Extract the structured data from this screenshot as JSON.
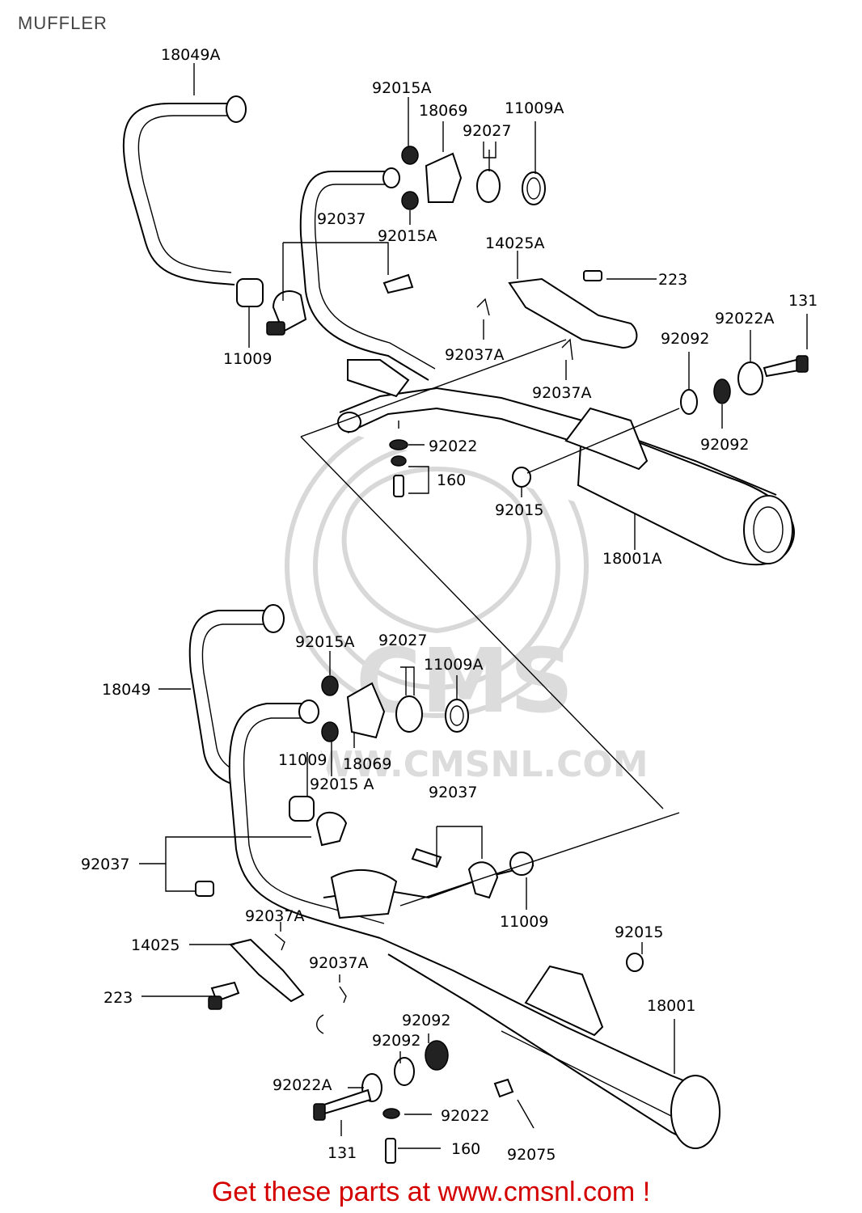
{
  "title": "MUFFLER",
  "watermark": {
    "brand": "CMS",
    "site": "WWW.CMSNL.COM"
  },
  "footer": {
    "text": "Get these parts at www.cmsnl.com !",
    "color": "#d40000"
  },
  "upper_assembly_labels": {
    "p18049A": "18049A",
    "p92015A_top": "92015A",
    "p18069": "18069",
    "p11009A": "11009A",
    "p92027": "92027",
    "p92037": "92037",
    "p92015A_bottom": "92015A",
    "p14025A": "14025A",
    "p223": "223",
    "p131": "131",
    "p92022A": "92022A",
    "p92092_top": "92092",
    "p11009": "11009",
    "p92037A_a": "92037A",
    "p92037A_b": "92037A",
    "p92092_bottom": "92092",
    "p92022": "92022",
    "p160": "160",
    "p92015": "92015",
    "p18001A": "18001A"
  },
  "lower_assembly_labels": {
    "p92015A_top": "92015A",
    "p92027": "92027",
    "p11009A": "11009A",
    "p18049": "18049",
    "p11009_left": "11009",
    "p18069": "18069",
    "p92015A_bottom": "92015 A",
    "p92037_right": "92037",
    "p92037_left": "92037",
    "p11009_right": "11009",
    "p92037A_a": "92037A",
    "p14025": "14025",
    "p92015": "92015",
    "p92037A_b": "92037A",
    "p223": "223",
    "p18001": "18001",
    "p92092_a": "92092",
    "p92092_b": "92092",
    "p92022A": "92022A",
    "p92022": "92022",
    "p131": "131",
    "p160": "160",
    "p92075": "92075"
  }
}
